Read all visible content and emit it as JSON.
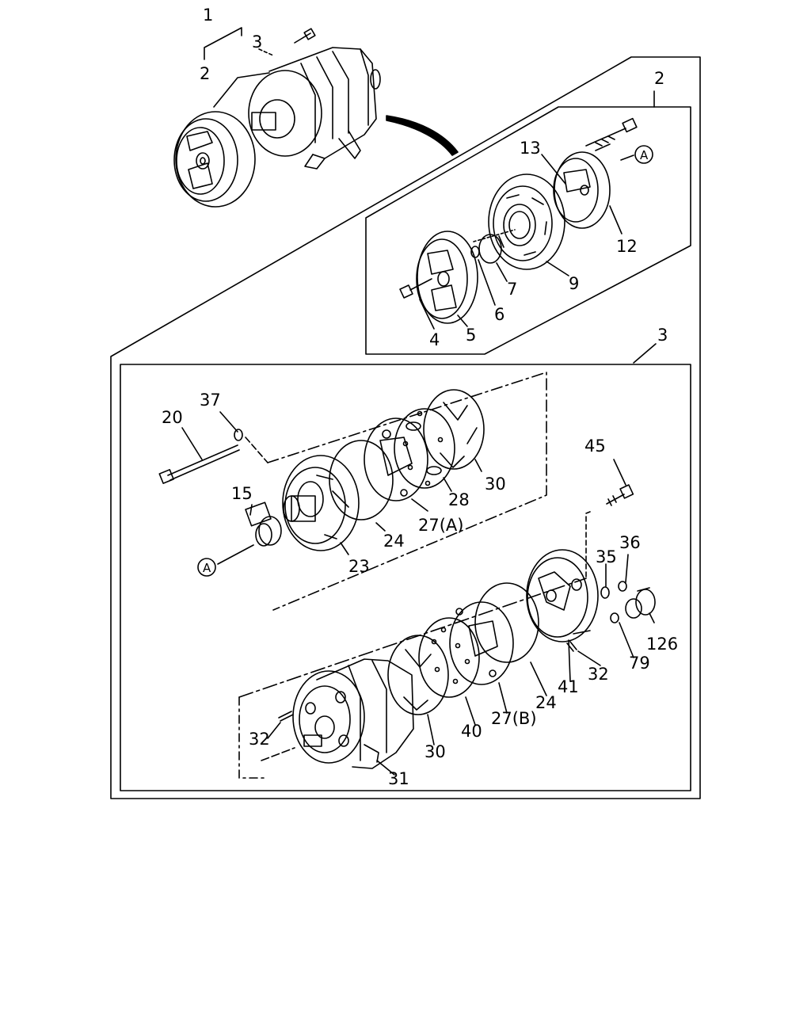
{
  "labels": {
    "n1": "1",
    "n2_top": "2",
    "n3_top": "3",
    "n2_box": "2",
    "n3_box": "3",
    "n4": "4",
    "n5": "5",
    "n6": "6",
    "n7": "7",
    "n9": "9",
    "n12": "12",
    "n13": "13",
    "n15": "15",
    "n20": "20",
    "n23": "23",
    "n24a": "24",
    "n24b": "24",
    "n27a": "27(A)",
    "n27b": "27(B)",
    "n28": "28",
    "n30a": "30",
    "n30b": "30",
    "n31": "31",
    "n32a": "32",
    "n32b": "32",
    "n35": "35",
    "n36": "36",
    "n37": "37",
    "n40": "40",
    "n41": "41",
    "n45": "45",
    "n79": "79",
    "n126": "126",
    "refA1": "A",
    "refA2": "A"
  },
  "colors": {
    "line": "#000000",
    "background": "#ffffff"
  }
}
